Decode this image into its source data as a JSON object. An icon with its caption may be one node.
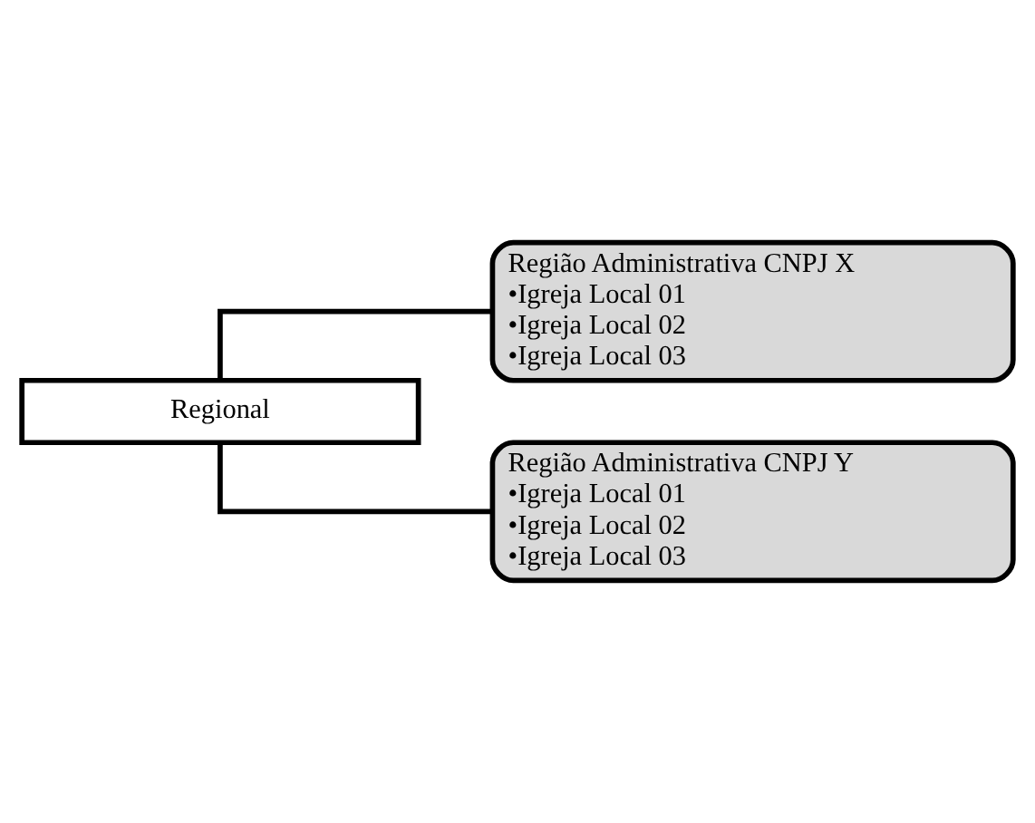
{
  "diagram": {
    "nodes": [
      {
        "text": [
          "Regional"
        ]
      },
      {
        "text": [
          "Região Administrativa CNPJ X",
          "•Igreja Local 01",
          "•Igreja Local 02",
          "•Igreja Local 03"
        ]
      },
      {
        "text": [
          "Região Administrativa CNPJ Y",
          "•Igreja Local 01",
          "•Igreja Local 02",
          "•Igreja Local 03"
        ]
      }
    ],
    "edges": [
      {
        "from": 0,
        "to": 1,
        "arrow": "none"
      },
      {
        "from": 0,
        "to": 2,
        "arrow": "none"
      }
    ]
  }
}
